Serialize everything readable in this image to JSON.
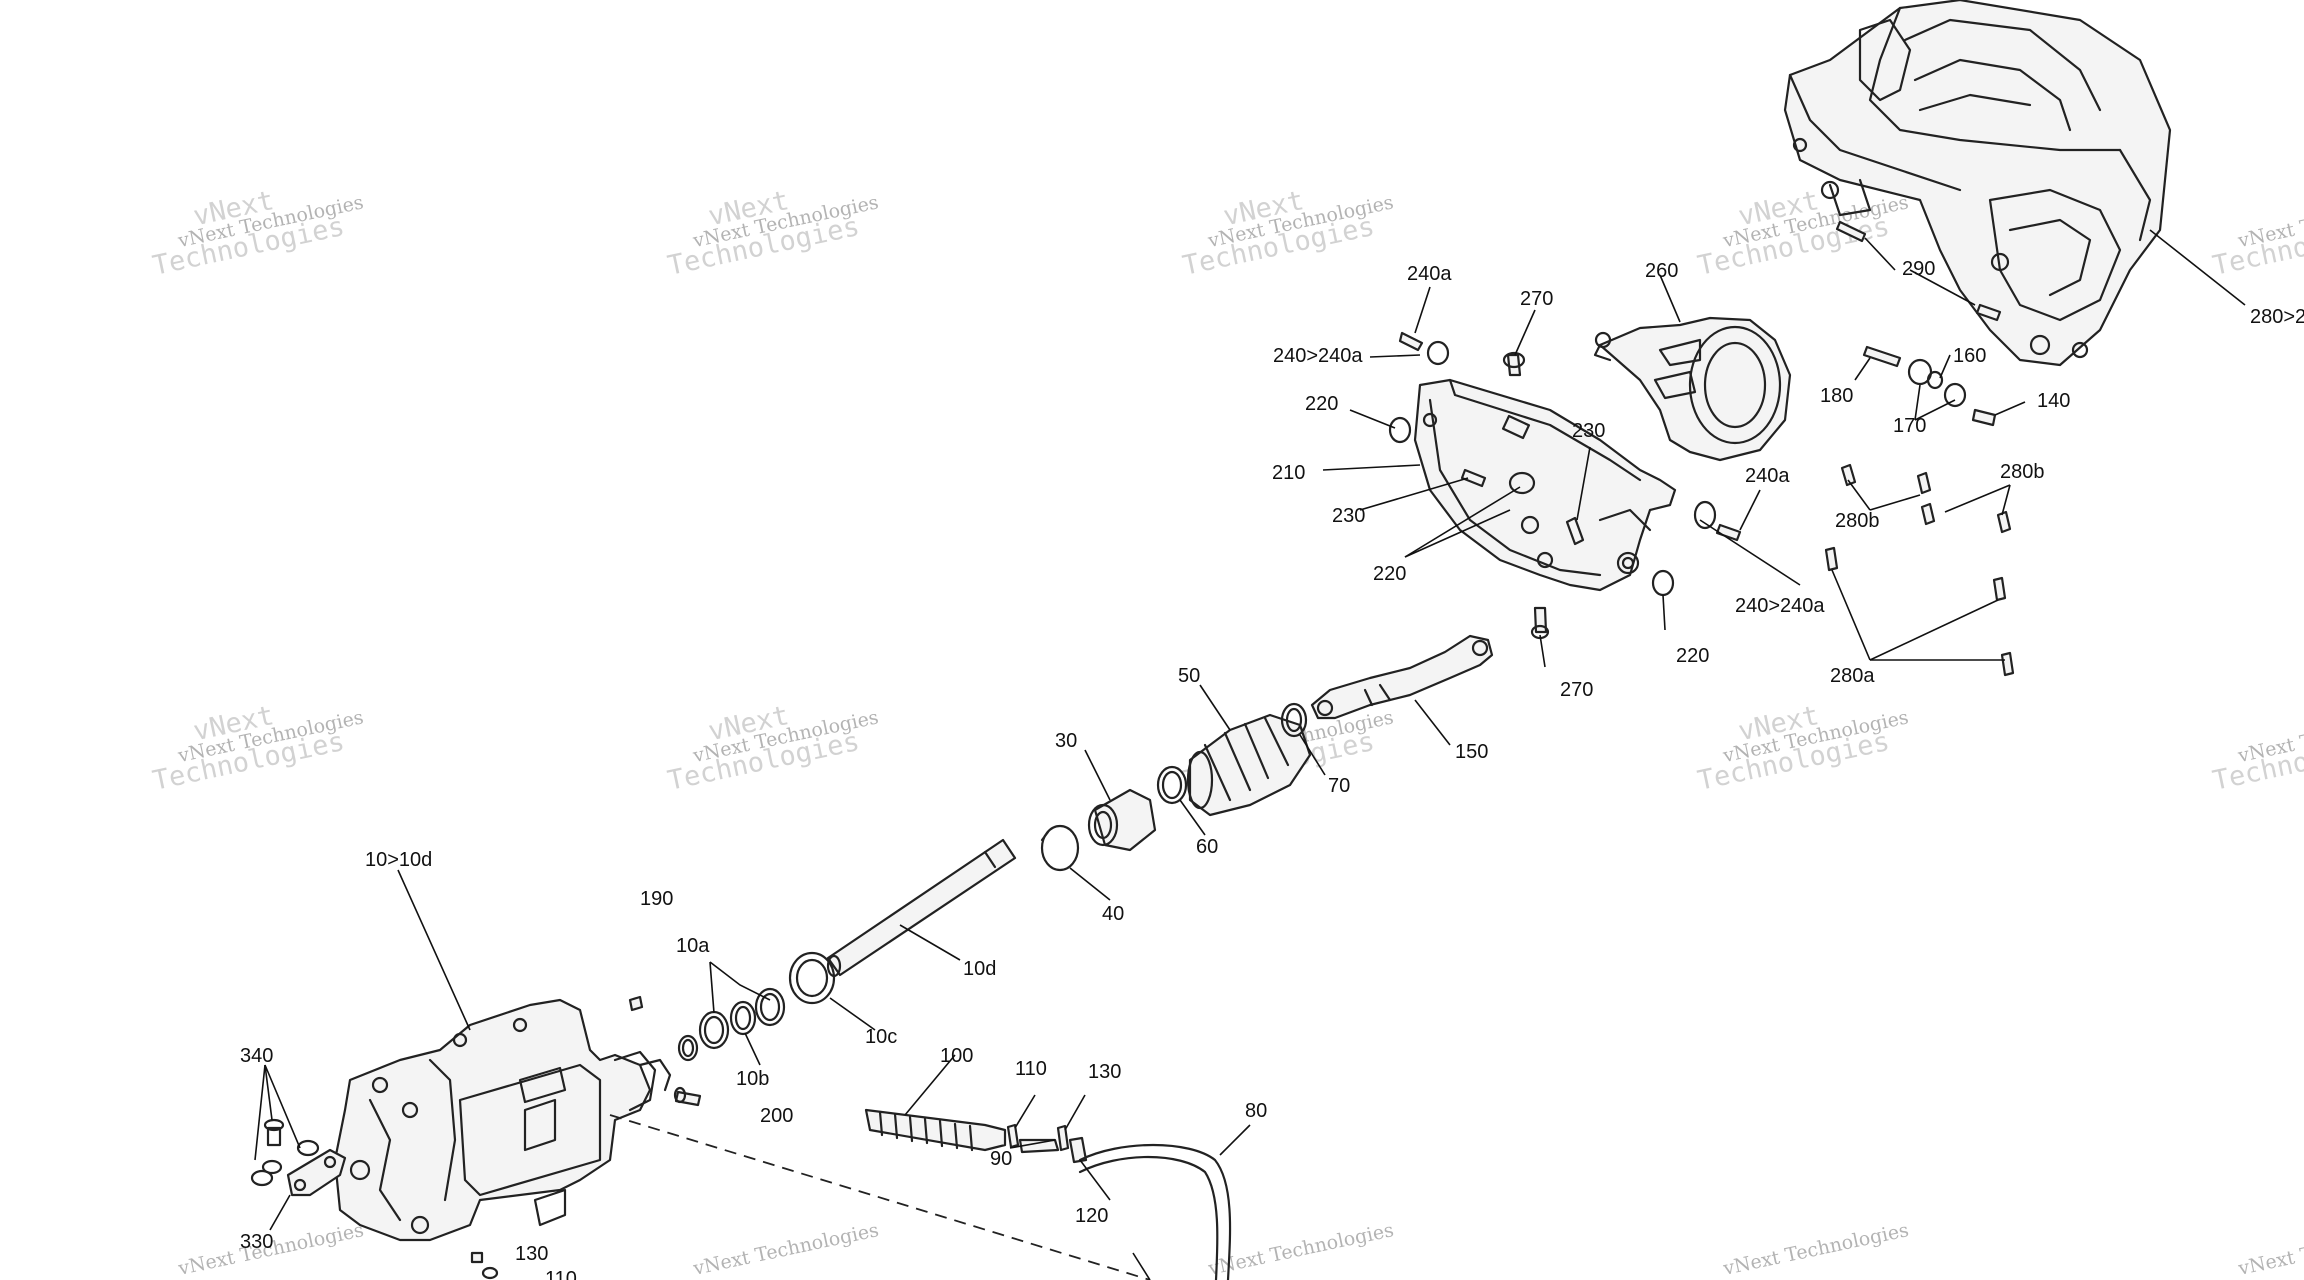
{
  "watermark": {
    "line1": "vNext Technologies",
    "line2": "Technologies",
    "line3": "vNext"
  },
  "labels": {
    "l10_10d": "10>10d",
    "l10a": "10a",
    "l10b": "10b",
    "l10c": "10c",
    "l10d": "10d",
    "l30": "30",
    "l40": "40",
    "l50": "50",
    "l60": "60",
    "l70": "70",
    "l80": "80",
    "l90": "90",
    "l100": "100",
    "l110a": "110",
    "l110b": "110",
    "l120": "120",
    "l130a": "130",
    "l130b": "130",
    "l140": "140",
    "l150": "150",
    "l160": "160",
    "l170": "170",
    "l180": "180",
    "l190": "190",
    "l200": "200",
    "l210": "210",
    "l220a": "220",
    "l220b": "220",
    "l220c": "220",
    "l230a": "230",
    "l230b": "230",
    "l240a_1": "240a",
    "l240a_2": "240a",
    "l240_240a_1": "240>240a",
    "l240_240a_2": "240>240a",
    "l260": "260",
    "l270a": "270",
    "l270b": "270",
    "l280a": "280a",
    "l280b_1": "280b",
    "l280b_2": "280b",
    "l280_2": "280>2",
    "l290": "290",
    "l330": "330",
    "l340": "340"
  }
}
